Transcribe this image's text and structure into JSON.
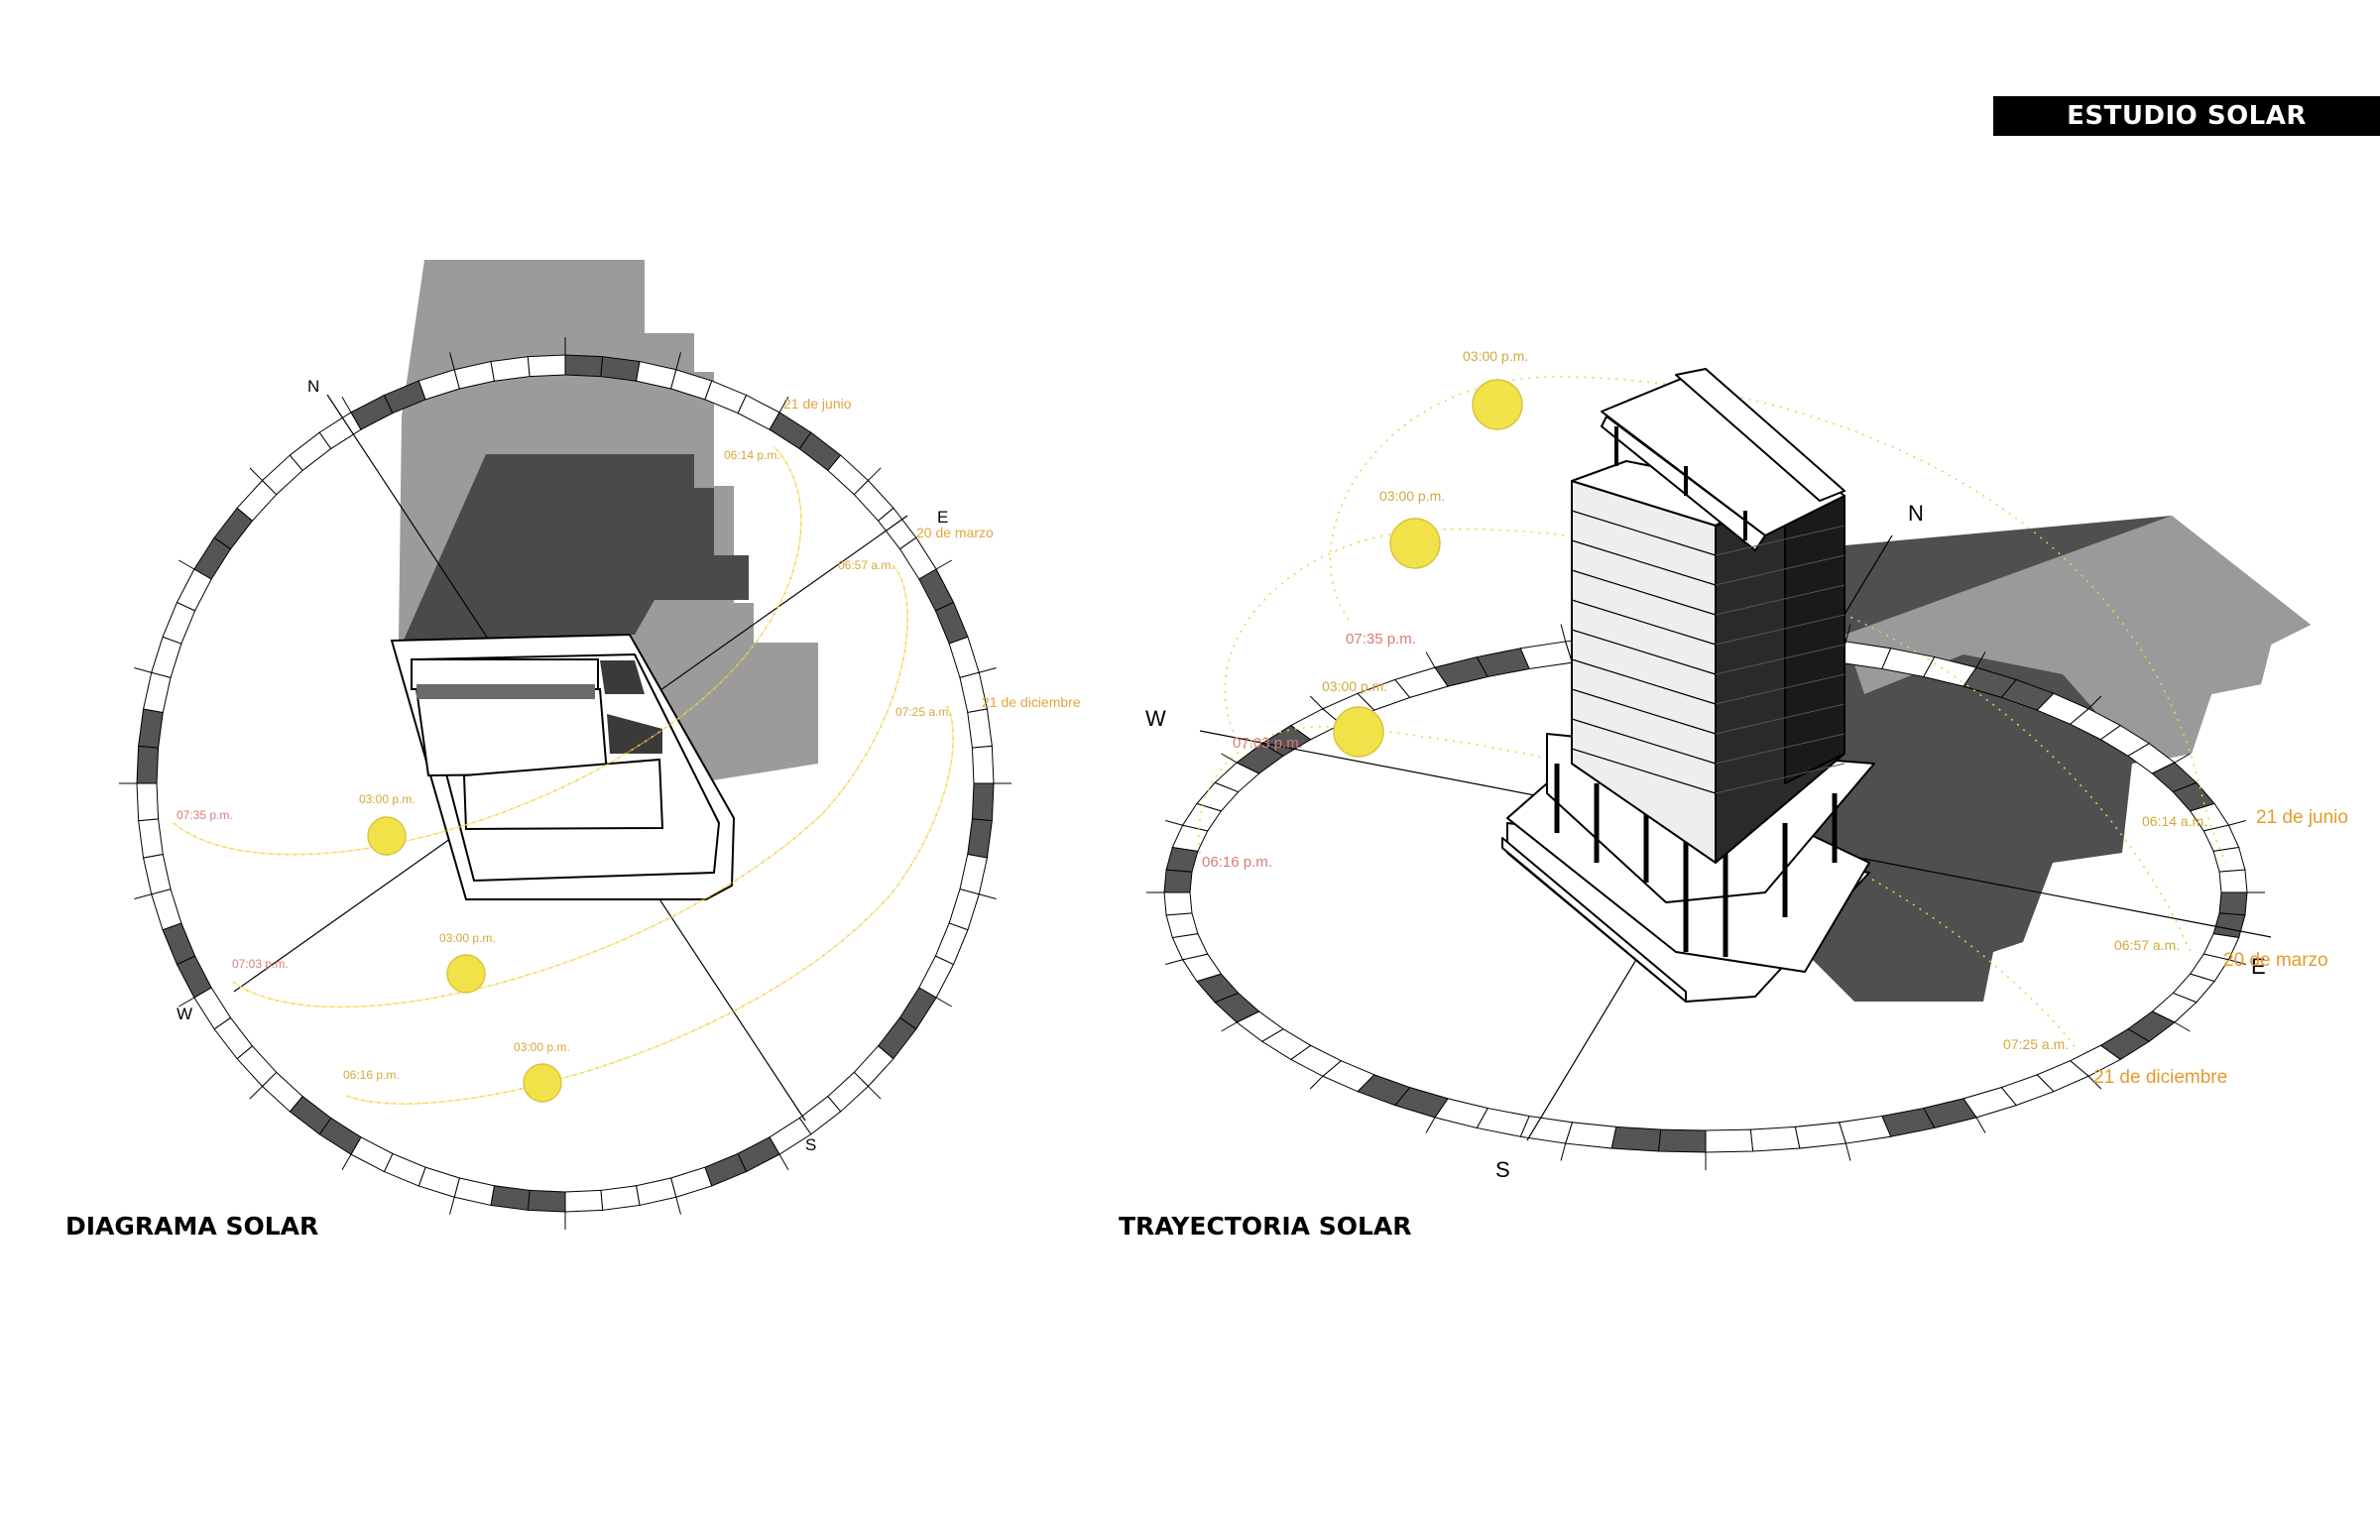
{
  "header": {
    "title": "ESTUDIO SOLAR"
  },
  "colors": {
    "accent": "#f2e24a",
    "path": "#f3cf3d",
    "shadow": "#4a4a4a",
    "label": "#e2a43c",
    "time": "#d97a7a"
  },
  "panels": [
    {
      "caption": "DIAGRAMA SOLAR",
      "cardinals": {
        "n": "N",
        "e": "E",
        "s": "S",
        "w": "W"
      },
      "dates": {
        "june": "21 de junio",
        "march": "20 de marzo",
        "december": "21 de diciembre"
      },
      "times": {
        "june_rise": "06:14 p.m.",
        "march_rise": "06:57 a.m.",
        "dec_rise": "07:25 a.m.",
        "june_set": "07:35 p.m.",
        "march_set": "07:03 p.m.",
        "dec_set": "06:16 p.m."
      },
      "sun_labels": {
        "june": "03:00 p.m.",
        "march": "03:00 p.m.",
        "december": "03:00 p.m."
      }
    },
    {
      "caption": "TRAYECTORIA SOLAR",
      "cardinals": {
        "n": "N",
        "e": "E",
        "s": "S",
        "w": "W"
      },
      "dates": {
        "june": "21 de junio",
        "march": "20 de marzo",
        "december": "21 de diciembre"
      },
      "times": {
        "june_rise": "06:14 a.m.",
        "march_rise": "06:57 a.m.",
        "dec_rise": "07:25 a.m.",
        "june_set": "07:35 p.m.",
        "march_set": "07:03 p.m.",
        "dec_set": "06:16 p.m."
      },
      "sun_labels": {
        "june": "03:00 p.m.",
        "march": "03:00 p.m.",
        "december": "03:00 p.m."
      }
    }
  ]
}
